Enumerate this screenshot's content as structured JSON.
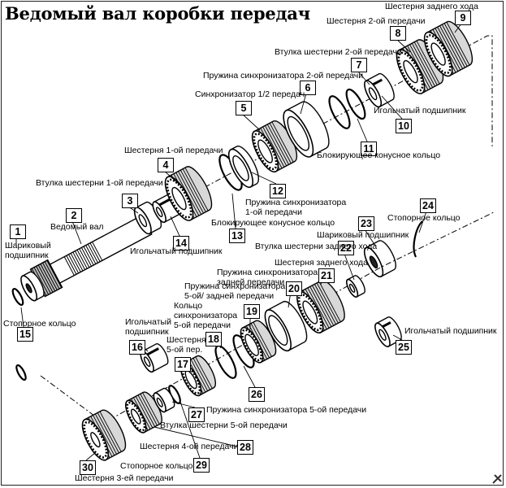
{
  "title": "Ведомый вал коробки передач",
  "callouts": [
    {
      "num": "1",
      "label": "Шариковый\nподшипник"
    },
    {
      "num": "2",
      "label": "Ведомый вал"
    },
    {
      "num": "3",
      "label": "Втулка шестерни 1-ой передачи"
    },
    {
      "num": "4",
      "label": "Шестерня 1-ой передачи"
    },
    {
      "num": "5",
      "label": "Синхронизатор 1/2 передач"
    },
    {
      "num": "6",
      "label": "Пружина синхронизатора 2-ой передачи"
    },
    {
      "num": "7",
      "label": "Втулка шестерни 2-ой передачи"
    },
    {
      "num": "8",
      "label": "Шестерня 2-ой передачи"
    },
    {
      "num": "9",
      "label": "Шестерня заднего хода"
    },
    {
      "num": "10",
      "label": "Игольчатый подшипник"
    },
    {
      "num": "11",
      "label": "Блокирующее конусное кольцо"
    },
    {
      "num": "12",
      "label": "Пружина синхронизатора\n1-ой передачи"
    },
    {
      "num": "13",
      "label": "Блокирующее конусное кольцо"
    },
    {
      "num": "14",
      "label": "Игольчатый подшипник"
    },
    {
      "num": "15",
      "label": "Стопорное кольцо"
    },
    {
      "num": "16",
      "label": "Игольчатый\nподшипник"
    },
    {
      "num": "17",
      "label": "Шестерня\n5-ой пер."
    },
    {
      "num": "18",
      "label": "Кольцо\nсинхронизатора\n5-ой передачи"
    },
    {
      "num": "19",
      "label": "Пружина синхронизатора\n5-ой/ задней передачи"
    },
    {
      "num": "20",
      "label": "Пружина синхронизатора\nзадней передачи"
    },
    {
      "num": "21",
      "label": "Шестерня заднего хода"
    },
    {
      "num": "22",
      "label": "Втулка шестерни заднего хода"
    },
    {
      "num": "23",
      "label": "Шариковый подшипник"
    },
    {
      "num": "24",
      "label": "Стопорное кольцо"
    },
    {
      "num": "25",
      "label": "Игольчатый подшипник"
    },
    {
      "num": "26",
      "label": "Пружина синхронизатора 5-ой передачи"
    },
    {
      "num": "27",
      "label": "Втулка шестерни 5-ой передачи"
    },
    {
      "num": "28",
      "label": "Шестерня 4-ой передачи"
    },
    {
      "num": "29",
      "label": "Стопорное кольцо"
    },
    {
      "num": "30",
      "label": "Шестерня 3-ей передачи"
    }
  ]
}
